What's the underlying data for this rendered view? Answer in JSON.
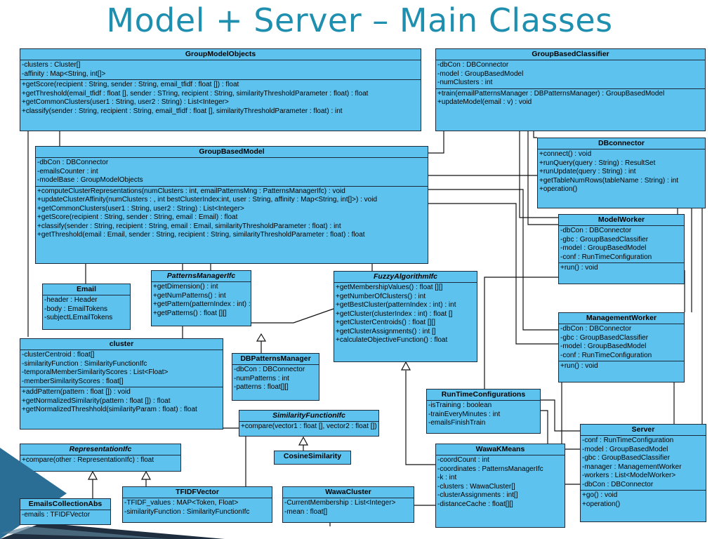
{
  "page": {
    "title": "Model + Server – Main Classes"
  },
  "classes": {
    "groupModelObjects": {
      "name": "GroupModelObjects",
      "attributes": [
        "-clusters : Cluster[]",
        "-affinity : Map<String, int[]>"
      ],
      "operations": [
        "+getScore(recipient : String, sender : String, email_tfidf : float []) : float",
        "+getThreshold(email_tfidf : float [], sender : STring, recipient : String, similarityThresholdParameter : float) : float",
        "+getCommonClusters(user1 : String, user2 : String) : List<Integer>",
        "+classify(sender : String, recipient : String, email_tfidf : float [], similarityThresholdParameter : float) : int"
      ]
    },
    "groupBasedClassifier": {
      "name": "GroupBasedClassifier",
      "attributes": [
        "-dbCon : DBConnector",
        "-model : GroupBasedModel",
        "-numClusters : int"
      ],
      "operations": [
        "+train(emailPatternsManager : DBPatternsManager) : GroupBasedModel",
        "+updateModel(email : v) : void"
      ]
    },
    "groupBasedModel": {
      "name": "GroupBasedModel",
      "attributes": [
        "-dbCon : DBConnector",
        "-emailsCounter : int",
        "-modelBase : GroupModelObjects"
      ],
      "operations": [
        "+computeClusterRepresentations(numClusters : int, emailPatternsMng : PatternsManagerIfc) : void",
        "+updateClusterAffinity(numClusters : , int bestClusterIndex:int, user : String, affinity : Map<String, int[]>) : void",
        "+getCommonClusters(user1 : String, user2 : String) : List<Integer>",
        "+getScore(recipient : String, sender : String, email : Email) : float",
        "+classify(sender : String, recipient : String, email : Email, similarityThresholdParameter : float) : int",
        "+getThreshold(email : Email, sender : String, recipient : String, similarityThresholdParameter : float) : float"
      ]
    },
    "dbConnector": {
      "name": "DBconnector",
      "attributes": [],
      "operations": [
        "+connect() : void",
        "+runQuery(query : String) : ResultSet",
        "+runUpdate(query : String) : int",
        "+getTableNumRows(tableName : String) : int",
        "+operation()"
      ]
    },
    "modelWorker": {
      "name": "ModelWorker",
      "attributes": [
        "-dbCon : DBConnector",
        "-gbc : GroupBasedClassifier",
        "-model : GroupBasedModel",
        "-conf : RunTimeConfiguration"
      ],
      "operations": [
        "+run() : void"
      ]
    },
    "email": {
      "name": "Email",
      "attributes": [
        "-header : Header",
        "-body : EmailTokens",
        "-subjectLEmailTokens"
      ],
      "operations": []
    },
    "patternsManagerIfc": {
      "name": "PatternsManagerIfc",
      "attributes": [],
      "operations": [
        "+getDimension() : int",
        "+getNumPatterns() : int",
        "+getPattern(patternIndex : int) : float []",
        "+getPatterns() : float [][]"
      ]
    },
    "fuzzyAlgorithmIfc": {
      "name": "FuzzyAlgorithmIfc",
      "attributes": [],
      "operations": [
        "+getMembershipValues() : float [][]",
        "+getNumberOfClusters() : int",
        "+getBestCluster(patternIndex : int) : int",
        "+getCluster(clusterIndex : int) : float []",
        "+getClusterCentroids() : float [][]",
        "+getClusterAssignments() : int []",
        "+calculateObjectiveFunction() : float"
      ]
    },
    "managementWorker": {
      "name": "ManagementWorker",
      "attributes": [
        "-dbCon : DBConnector",
        "-gbc : GroupBasedClassifier",
        "-model : GroupBasedModel",
        "-conf : RunTimeConfiguration"
      ],
      "operations": [
        "+run() : void"
      ]
    },
    "cluster": {
      "name": "cluster",
      "attributes": [
        "-clusterCentroid : float[]",
        "-similarityFunction : SimilarityFunctionIfc",
        "-temporalMemberSimilarityScores : List<Float>",
        "-memberSimilarityScores : float[]"
      ],
      "operations": [
        "+addPattern(pattern : float []) : void",
        "+getNormalizedSimilarity(pattern : float []) : float",
        "+getNormalizedThreshhold(similarityParam : float) : float"
      ]
    },
    "dbPatternsManager": {
      "name": "DBPatternsManager",
      "attributes": [
        "-dbCon : DBConnector",
        "-numPatterns : int",
        "-patterns : float[][]"
      ],
      "operations": []
    },
    "runTimeConfigurations": {
      "name": "RunTimeConfigurations",
      "attributes": [
        "-isTraining : boolean",
        "-trainEveryMinutes : int",
        "-emailsFinishTrain"
      ],
      "operations": []
    },
    "similarityFunctionIfc": {
      "name": "SimilarityFunctionIfc",
      "attributes": [],
      "operations": [
        "+compare(vector1 : float [], vector2 : float []) : float"
      ]
    },
    "representationIfc": {
      "name": "RepresentationIfc",
      "attributes": [],
      "operations": [
        "+compare(other : RepresentationIfc) : float"
      ]
    },
    "cosineSimilarity": {
      "name": "CosineSimilarity",
      "attributes": [],
      "operations": []
    },
    "wawaKMeans": {
      "name": "WawaKMeans",
      "attributes": [
        "-coordCount : int",
        "-coordinates : PatternsManagerIfc",
        "-k : int",
        "-clusters : WawaCluster[]",
        "-clusterAssignments : int[]",
        "-distanceCache : float[][]"
      ],
      "operations": []
    },
    "server": {
      "name": "Server",
      "attributes": [
        "-conf : RunTimeConfiguration",
        "-model : GroupBasedModel",
        "-gbc : GroupBasedClassifier",
        "-manager : ManagementWorker",
        "-workers : List<ModelWorker>",
        "-dbCon : DBConnector"
      ],
      "operations": [
        "+go() : void",
        "+operation()"
      ]
    },
    "emailsCollectionAbs": {
      "name": "EmailsCollectionAbs",
      "attributes": [
        "-emails : TFIDFVector"
      ],
      "operations": []
    },
    "tfidfVector": {
      "name": "TFIDFVector",
      "attributes": [
        "-TFIDF_values : MAP<Token, Float>",
        "-similarityFunction : SimilarityFunctionIfc"
      ],
      "operations": []
    },
    "wawaCluster": {
      "name": "WawaCluster",
      "attributes": [
        "-CurrentMembership : List<Integer>",
        "-mean : float[]"
      ],
      "operations": []
    }
  }
}
